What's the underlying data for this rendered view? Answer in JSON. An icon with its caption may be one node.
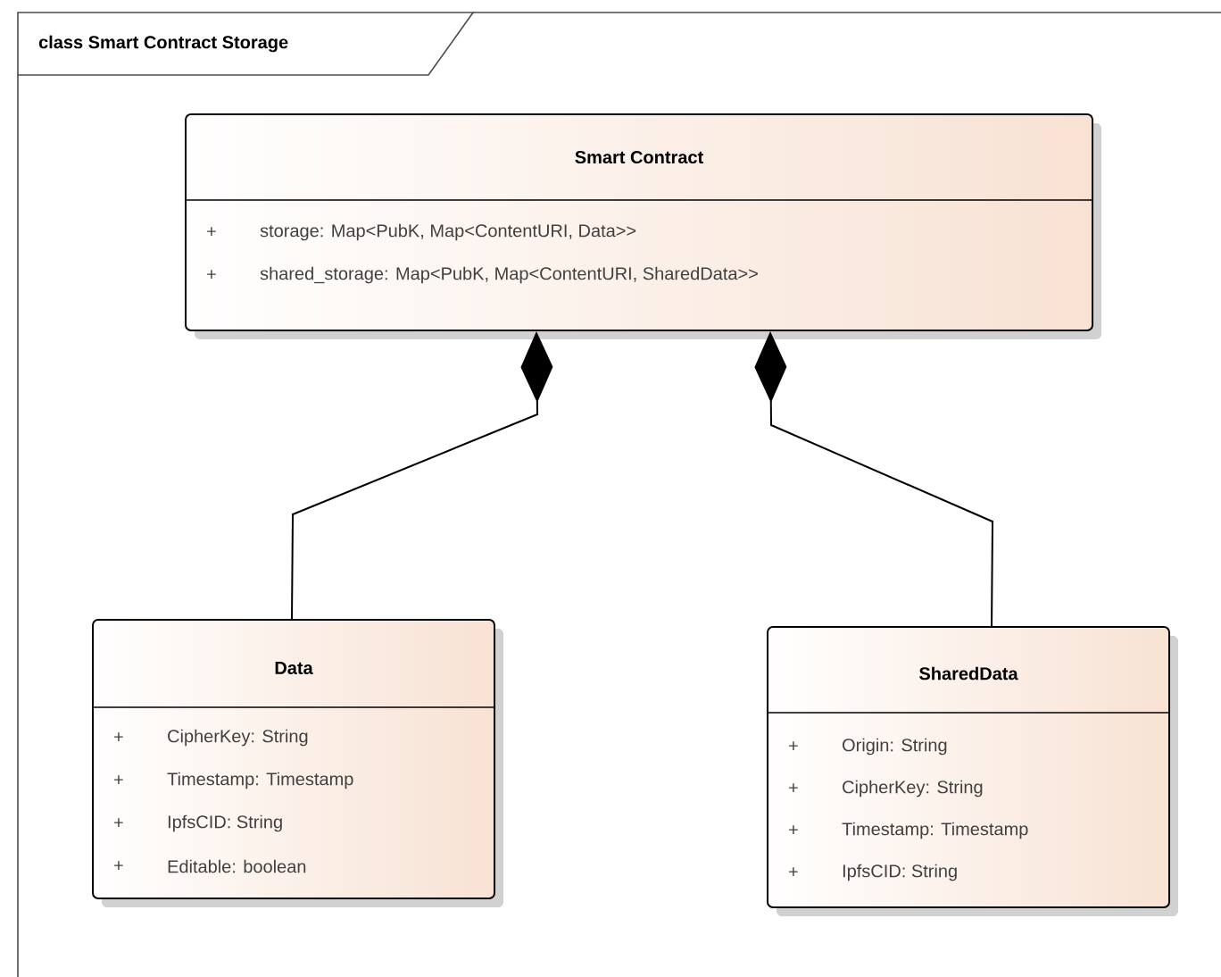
{
  "diagram": {
    "title": "class Smart Contract Storage",
    "nodes": [
      {
        "text": [
          "Smart Contract",
          "+",
          "storage: Map<PubK, Map<ContentURI, Data>>",
          "+",
          "shared_storage: Map<PubK, Map<ContentURI, SharedData>>"
        ]
      },
      {
        "text": [
          "Data",
          "+",
          "CipherKey: String",
          "+",
          "Timestamp: Timestamp",
          "+",
          "IpfsCID: String",
          "+",
          "Editable: boolean"
        ]
      },
      {
        "text": [
          "SharedData",
          "+",
          "Origin: String",
          "+",
          "CipherKey: String",
          "+",
          "Timestamp: Timestamp",
          "+",
          "IpfsCID: String"
        ]
      }
    ],
    "edges": [
      {
        "from": 0,
        "to": 1,
        "arrow": "other"
      },
      {
        "from": 0,
        "to": 2,
        "arrow": "other"
      }
    ]
  }
}
